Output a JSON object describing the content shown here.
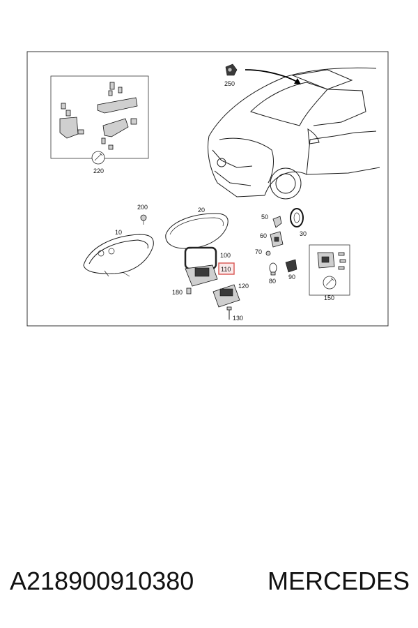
{
  "callouts": {
    "c250": "250",
    "c220": "220",
    "c200": "200",
    "c20": "20",
    "c10": "10",
    "c50": "50",
    "c30": "30",
    "c60": "60",
    "c70": "70",
    "c80": "80",
    "c90": "90",
    "c100": "100",
    "c110": "110",
    "c120": "120",
    "c130": "130",
    "c150": "150",
    "c180": "180"
  },
  "highlight_color": "#d9534f",
  "caption": {
    "part_number": "A218900910380",
    "brand": "MERCEDES"
  }
}
